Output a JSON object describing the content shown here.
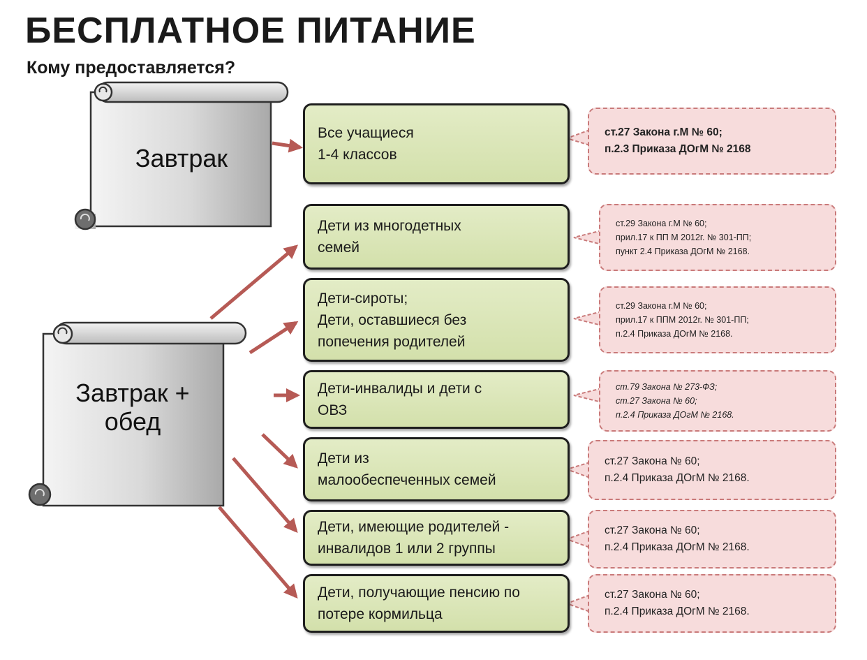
{
  "header": {
    "title": "БЕСПЛАТНОЕ ПИТАНИЕ",
    "subtitle": "Кому предоставляется?"
  },
  "scrolls": [
    {
      "label": "Завтрак"
    },
    {
      "label": "Завтрак +\nобед"
    }
  ],
  "groups": [
    {
      "text": "Все учащиеся\n1-4 классов",
      "ref": "ст.27 Закона г.М № 60;\nп.2.3 Приказа ДОгМ № 2168"
    },
    {
      "text": "Дети из многодетных\nсемей",
      "ref": "ст.29 Закона г.М № 60;\nприл.17 к ПП М 2012г. № 301-ПП;\nпункт 2.4 Приказа ДОгМ № 2168."
    },
    {
      "text": "Дети-сироты;\nДети, оставшиеся без\nпопечения родителей",
      "ref": "ст.29 Закона г.М № 60;\nприл.17 к ППМ 2012г. № 301-ПП;\nп.2.4 Приказа ДОгМ № 2168."
    },
    {
      "text": "Дети-инвалиды и дети с\nОВЗ",
      "ref": "ст.79 Закона № 273-ФЗ;\nст.27 Закона № 60;\nп.2.4 Приказа ДОгМ № 2168."
    },
    {
      "text": "Дети из\nмалообеспеченных семей",
      "ref": "ст.27 Закона № 60;\nп.2.4 Приказа ДОгМ № 2168."
    },
    {
      "text": "Дети, имеющие родителей -\nинвалидов 1 или 2 группы",
      "ref": "ст.27 Закона № 60;\nп.2.4 Приказа ДОгМ № 2168."
    },
    {
      "text": "Дети, получающие пенсию по\nпотере кормильца",
      "ref": "ст.27 Закона № 60;\nп.2.4 Приказа ДОгМ № 2168."
    }
  ],
  "colors": {
    "arrow": "#b65a55",
    "green_fill": "#d8e4b4",
    "ref_fill": "#f7dcdc",
    "ref_border": "#c97a7a"
  }
}
